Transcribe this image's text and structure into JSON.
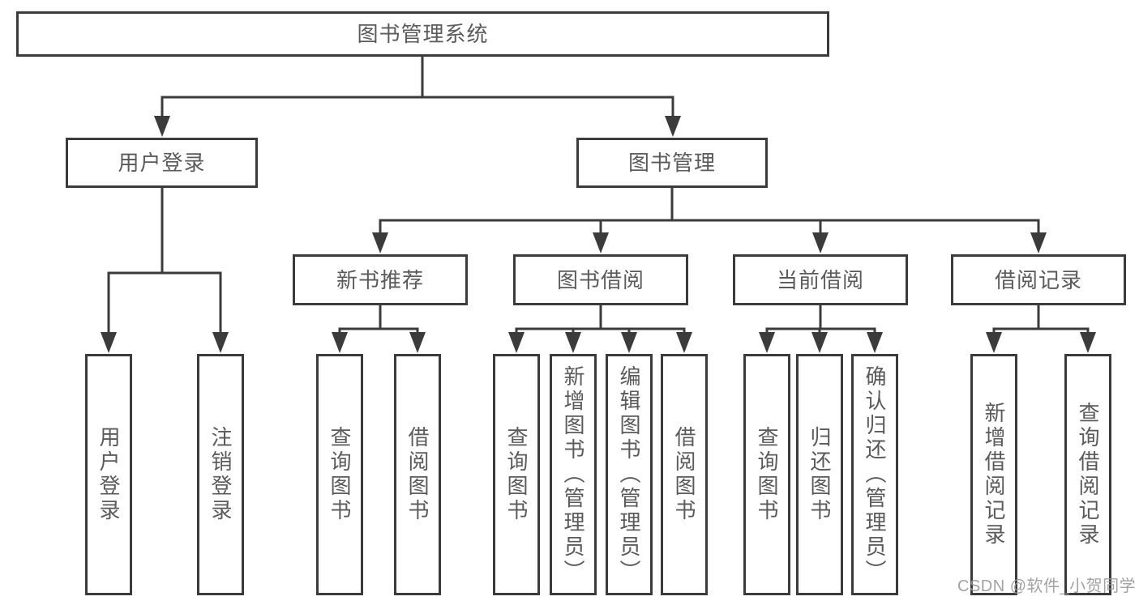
{
  "tree": {
    "label": "图书管理系统",
    "children": [
      {
        "label": "用户登录",
        "children": [
          {
            "label": "用户登录"
          },
          {
            "label": "注销登录"
          }
        ]
      },
      {
        "label": "图书管理",
        "children": [
          {
            "label": "新书推荐",
            "children": [
              {
                "label": "查询图书"
              },
              {
                "label": "借阅图书"
              }
            ]
          },
          {
            "label": "图书借阅",
            "children": [
              {
                "label": "查询图书"
              },
              {
                "label": "新增图书（管理员）"
              },
              {
                "label": "编辑图书（管理员）"
              },
              {
                "label": "借阅图书"
              }
            ]
          },
          {
            "label": "当前借阅",
            "children": [
              {
                "label": "查询图书"
              },
              {
                "label": "归还图书"
              },
              {
                "label": "确认归还（管理员）"
              }
            ]
          },
          {
            "label": "借阅记录",
            "children": [
              {
                "label": "新增借阅记录"
              },
              {
                "label": "查询借阅记录"
              }
            ]
          }
        ]
      }
    ]
  },
  "watermark": "CSDN @软件_小贺同学",
  "colors": {
    "line": "#3b3b3b",
    "text": "#5a5a5a",
    "watermark": "#9a9a9a",
    "background": "#ffffff"
  }
}
